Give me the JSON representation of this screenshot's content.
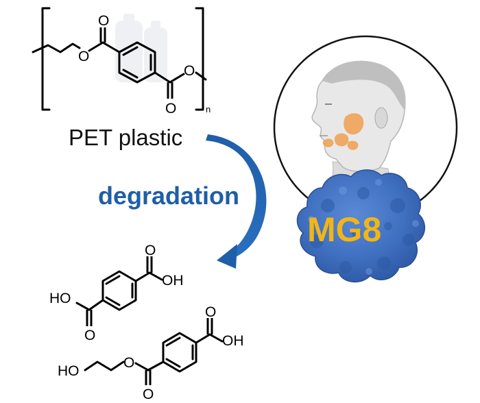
{
  "polymer": {
    "label": "PET plastic",
    "repeat_subscript": "n",
    "oxygen_symbol": "O"
  },
  "process": {
    "label": "degradation"
  },
  "enzyme": {
    "label": "MG8"
  },
  "products": {
    "terephthalic_acid": {
      "oh_right": "OH",
      "ho_left": "HO",
      "o_top": "O",
      "o_bottom": "O"
    },
    "mhet": {
      "oh_right": "OH",
      "ho_left": "HO",
      "o_top": "O",
      "o_ester": "O",
      "o_bottom": "O"
    }
  },
  "colors": {
    "arrow": "#1f5ea8",
    "degradation_text": "#1f5ea8",
    "enzyme_fill": "#3f6fbf",
    "enzyme_text": "#f2b517",
    "gland_highlight": "#f0a050"
  }
}
